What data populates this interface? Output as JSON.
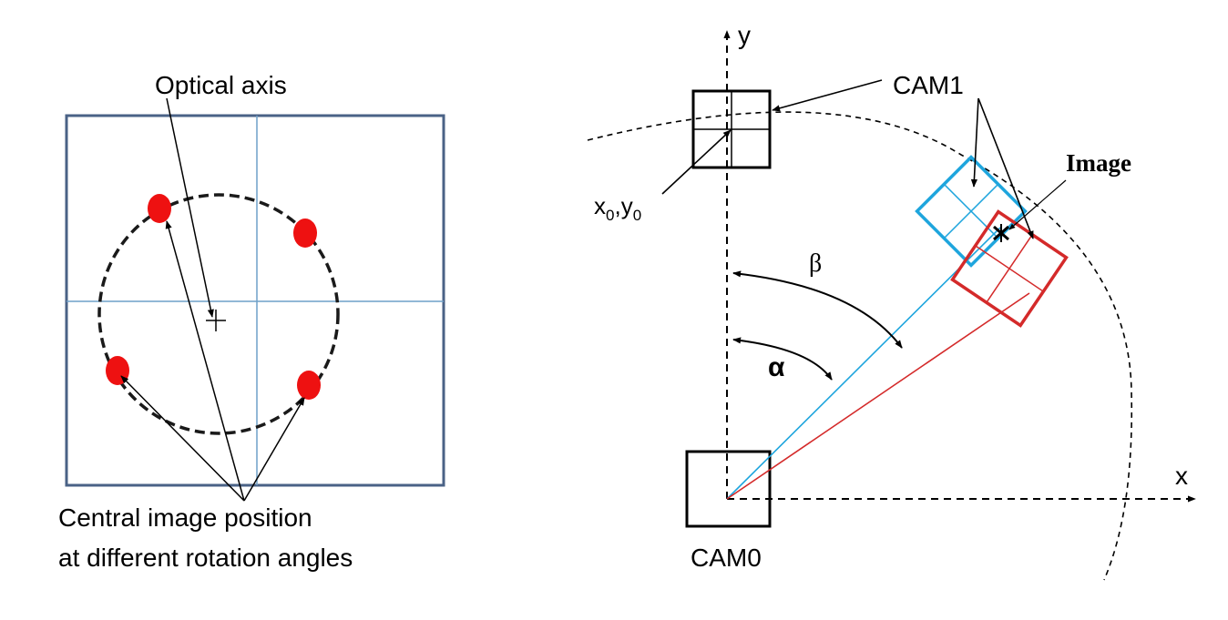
{
  "left_panel": {
    "optical_axis_label": "Optical axis",
    "caption_line1": "Central image position",
    "caption_line2": "at different rotation angles",
    "frame_color": "#4a6286",
    "grid_color": "#6fa0c8",
    "spot_color": "#ee1111"
  },
  "right_panel": {
    "y_label": "y",
    "x_label": "x",
    "cam0_label": "CAM0",
    "cam1_label": "CAM1",
    "image_label": "Image",
    "beta_label": "β",
    "alpha_label": "α",
    "origin_label_base": "x",
    "origin_label_sub": "0",
    "origin_label_sep": ",y",
    "origin_label_sub2": "0",
    "cyan_color": "#1ea5dd",
    "red_color": "#d42a2a"
  }
}
